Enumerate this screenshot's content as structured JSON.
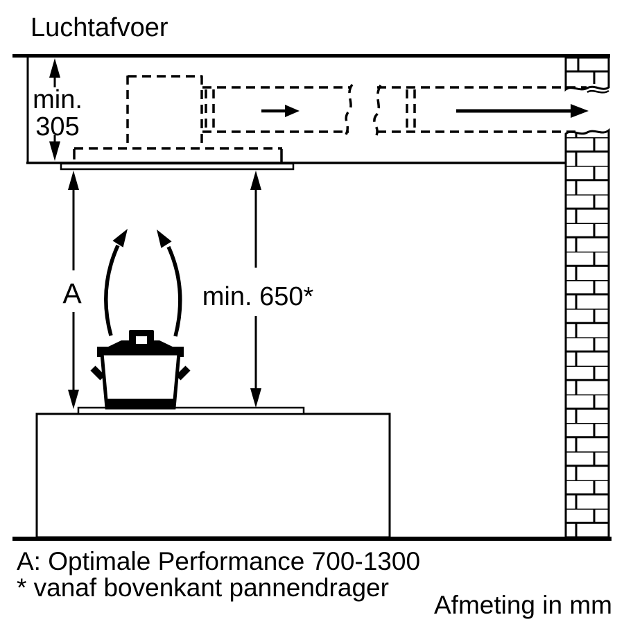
{
  "canvas": {
    "background": "#ffffff",
    "ink": "#000000"
  },
  "title": "Luchtafvoer",
  "dimensions": {
    "soffit_depth": {
      "line1": "min.",
      "line2": "305"
    },
    "hood_height": {
      "label": "A"
    },
    "clearance": {
      "label": "min. 650*"
    }
  },
  "legend": {
    "performance": "A: Optimale Performance 700-1300",
    "footnote": "* vanaf bovenkant pannendrager",
    "units": "Afmeting in mm"
  },
  "icons": {
    "airflow_short": "right-arrow",
    "airflow_long": "right-arrow",
    "steam_left": "curved-arrow-up",
    "steam_right": "curved-arrow-up",
    "pot": "cooking-pot",
    "wall": "brick-wall"
  }
}
